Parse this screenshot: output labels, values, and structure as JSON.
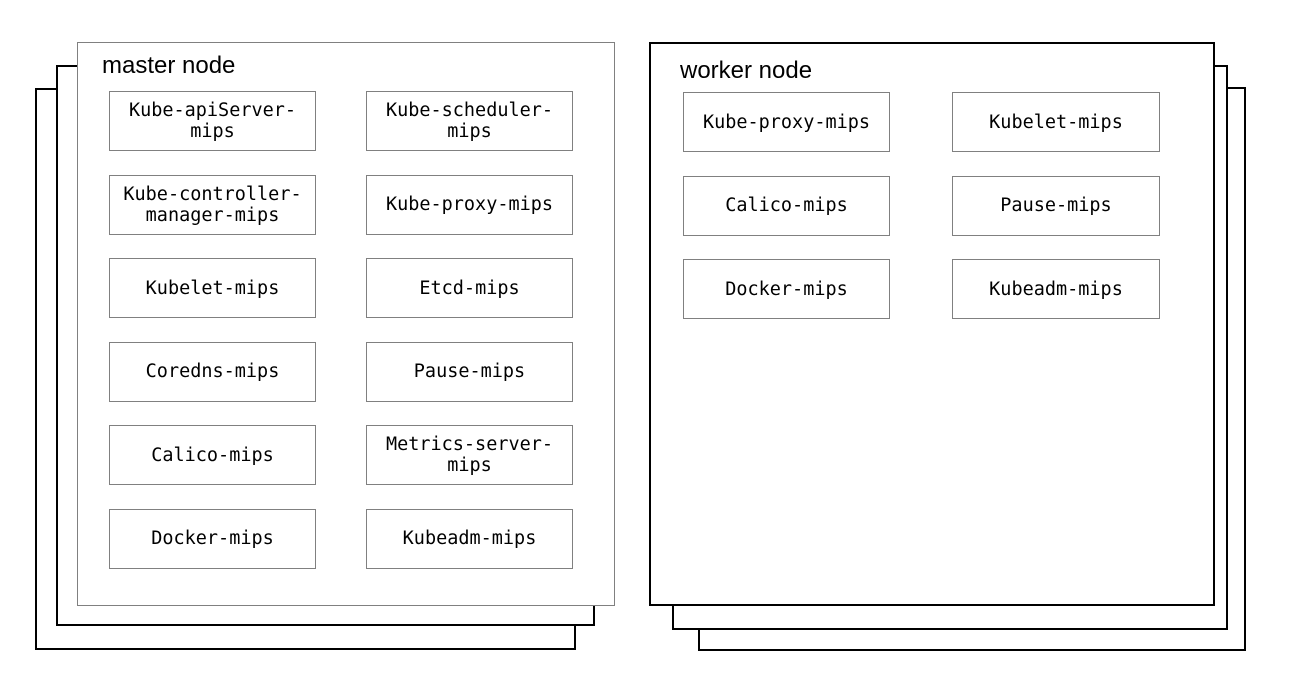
{
  "colors": {
    "background": "#ffffff",
    "master_panel_border": "#808080",
    "worker_panel_border": "#000000",
    "stack_rect_border": "#000000",
    "component_box_border": "#808080",
    "text": "#000000"
  },
  "master": {
    "title": "master node",
    "stack_layers": 3,
    "components": [
      "Kube-apiServer-mips",
      "Kube-scheduler-mips",
      "Kube-controller-manager-mips",
      "Kube-proxy-mips",
      "Kubelet-mips",
      "Etcd-mips",
      "Coredns-mips",
      "Pause-mips",
      "Calico-mips",
      "Metrics-server-mips",
      "Docker-mips",
      "Kubeadm-mips"
    ]
  },
  "worker": {
    "title": "worker node",
    "stack_layers": 3,
    "components": [
      "Kube-proxy-mips",
      "Kubelet-mips",
      "Calico-mips",
      "Pause-mips",
      "Docker-mips",
      "Kubeadm-mips"
    ]
  }
}
